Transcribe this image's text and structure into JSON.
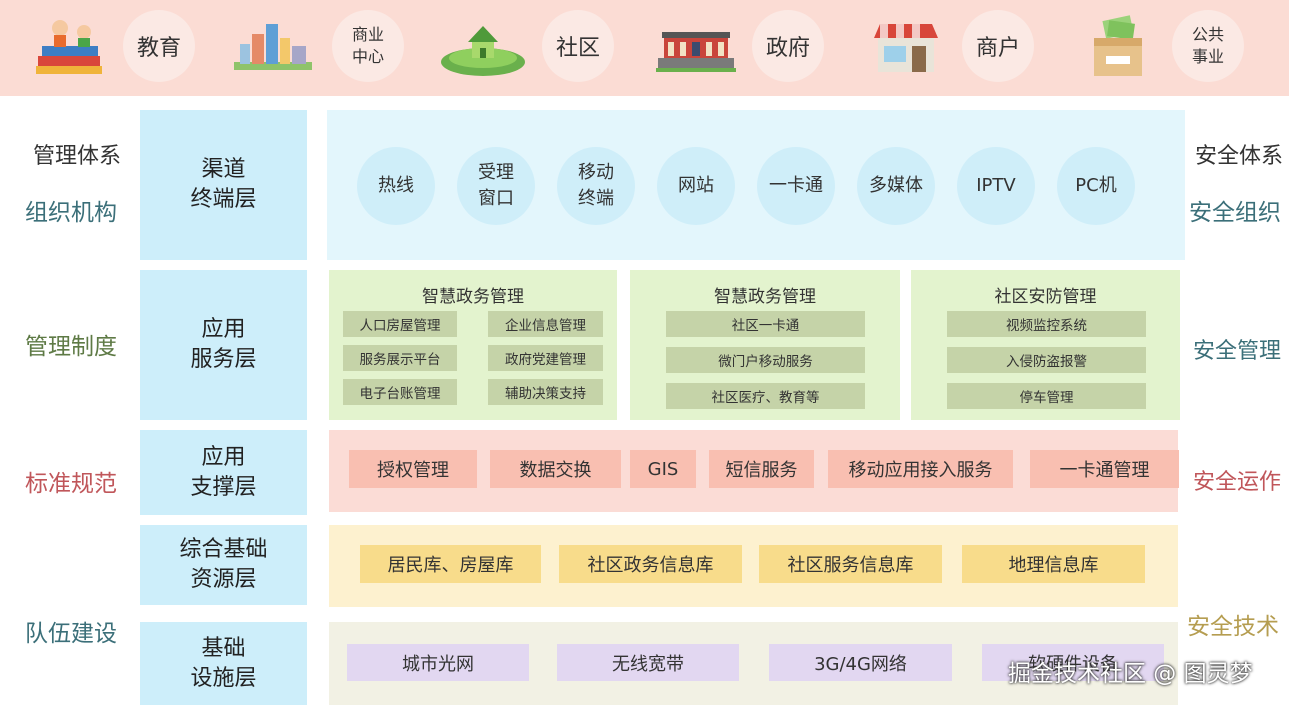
{
  "top": {
    "items": [
      {
        "label": "教育",
        "icon": "books-kids-icon"
      },
      {
        "label": "商业\n中心",
        "icon": "city-buildings-icon"
      },
      {
        "label": "社区",
        "icon": "green-hill-house-icon"
      },
      {
        "label": "政府",
        "icon": "government-building-icon"
      },
      {
        "label": "商户",
        "icon": "storefront-icon"
      },
      {
        "label": "公共\n事业",
        "icon": "money-box-icon"
      }
    ]
  },
  "left": {
    "mgmt_system": "管理体系",
    "org": "组织机构",
    "rules": "管理制度",
    "standards": "标准规范",
    "team": "队伍建设"
  },
  "right": {
    "security_system": "安全体系",
    "security_org": "安全组织",
    "security_mgmt": "安全管理",
    "security_ops": "安全运作",
    "security_tech": "安全技术"
  },
  "layers": {
    "channel": "渠道\n终端层",
    "app_service": "应用\n服务层",
    "app_support": "应用\n支撑层",
    "resource": "综合基础\n资源层",
    "infrastructure": "基础\n设施层"
  },
  "channel_items": [
    "热线",
    "受理\n窗口",
    "移动\n终端",
    "网站",
    "一卡通",
    "多媒体",
    "IPTV",
    "PC机"
  ],
  "app_panels": [
    {
      "title": "智慧政务管理",
      "items": [
        "人口房屋管理",
        "企业信息管理",
        "服务展示平台",
        "政府党建管理",
        "电子台账管理",
        "辅助决策支持"
      ]
    },
    {
      "title": "智慧政务管理",
      "items": [
        "社区一卡通",
        "微门户移动服务",
        "社区医疗、教育等"
      ]
    },
    {
      "title": "社区安防管理",
      "items": [
        "视频监控系统",
        "入侵防盗报警",
        "停车管理"
      ]
    }
  ],
  "support_items": [
    "授权管理",
    "数据交换",
    "GIS",
    "短信服务",
    "移动应用接入服务",
    "一卡通管理"
  ],
  "resource_items": [
    "居民库、房屋库",
    "社区政务信息库",
    "社区服务信息库",
    "地理信息库"
  ],
  "infra_items": [
    "城市光网",
    "无线宽带",
    "3G/4G网络",
    "软硬件设备"
  ],
  "watermark": "掘金技术社区 @ 图灵梦",
  "colors": {
    "top_bg": "#fbdcd4",
    "layer_label_bg": "#cdeefa",
    "channel_bg": "#e3f6fc",
    "app_bg": "#e3f3ce",
    "support_bg": "#fbdcd6",
    "resource_bg": "#fdf1cf",
    "infra_bg": "#f2f1e4",
    "left_teal": "#3b6f79",
    "left_green": "#5e7a45",
    "left_red": "#c0565a",
    "right_tan": "#b59d50"
  }
}
